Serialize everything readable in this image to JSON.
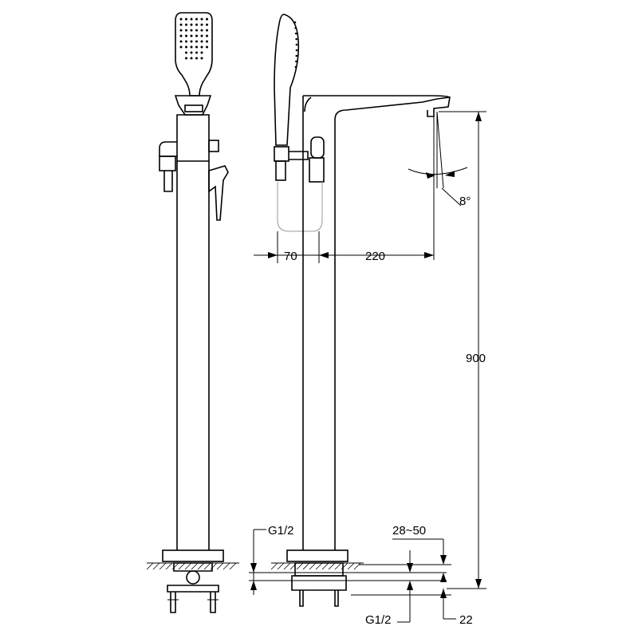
{
  "dimensions": {
    "offset_left": "70",
    "spout_reach": "220",
    "spout_angle": "8°",
    "total_height": "900",
    "deck_thickness": "28~50",
    "inlet_top": "G1/2",
    "inlet_bottom": "G1/2",
    "base_height": "22"
  }
}
